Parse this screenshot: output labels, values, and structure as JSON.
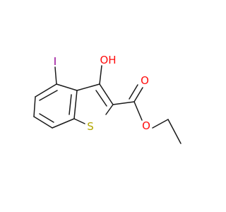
{
  "molecule": {
    "atoms": {
      "iodine": {
        "label": "I",
        "color": "#940094"
      },
      "hydroxyl": {
        "label": "OH",
        "color": "#ff0d0d"
      },
      "sulfur": {
        "label": "S",
        "color": "#b2a600"
      },
      "carbonyl_oxygen": {
        "label": "O",
        "color": "#ff0d0d"
      },
      "ester_oxygen": {
        "label": "O",
        "color": "#ff0d0d"
      }
    },
    "bond_color": "#1a1a1a"
  }
}
